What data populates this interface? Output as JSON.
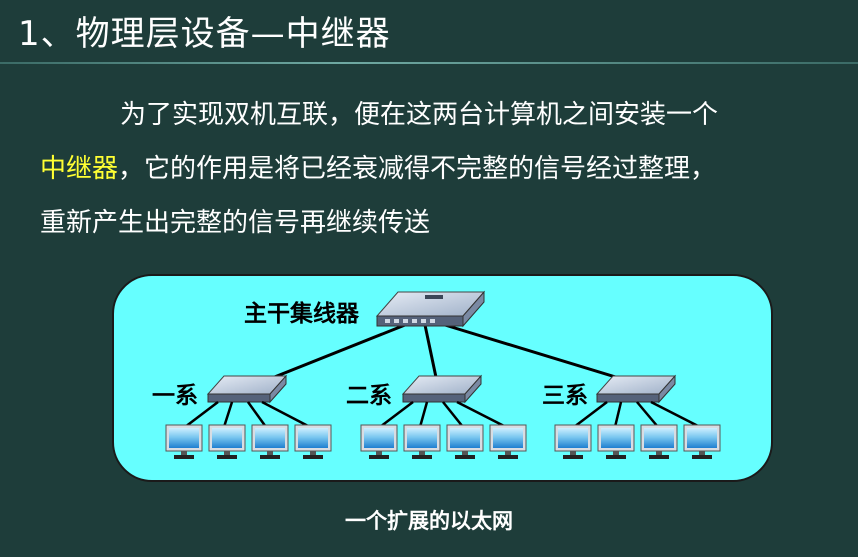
{
  "slide": {
    "title": "1、物理层设备—中继器",
    "paragraph": {
      "line1": "为了实现双机互联，便在这两台计算机之间安装一个",
      "highlight": "中继器",
      "line2_rest": "，它的作用是将已经衰减得不完整的信号经过整理，",
      "line3": "重新产生出完整的信号再继续传送"
    },
    "diagram": {
      "backbone_label": "主干集线器",
      "group_labels": [
        "一系",
        "二系",
        "三系"
      ],
      "computers_per_group": 4
    },
    "caption": "一个扩展的以太网",
    "colors": {
      "background": "#1e3d3a",
      "highlight": "#ffff33",
      "diagram_fill": "#66ffff",
      "screen_blue": "#3aa0e8"
    },
    "icons": [
      "hub-icon",
      "computer-icon"
    ]
  }
}
